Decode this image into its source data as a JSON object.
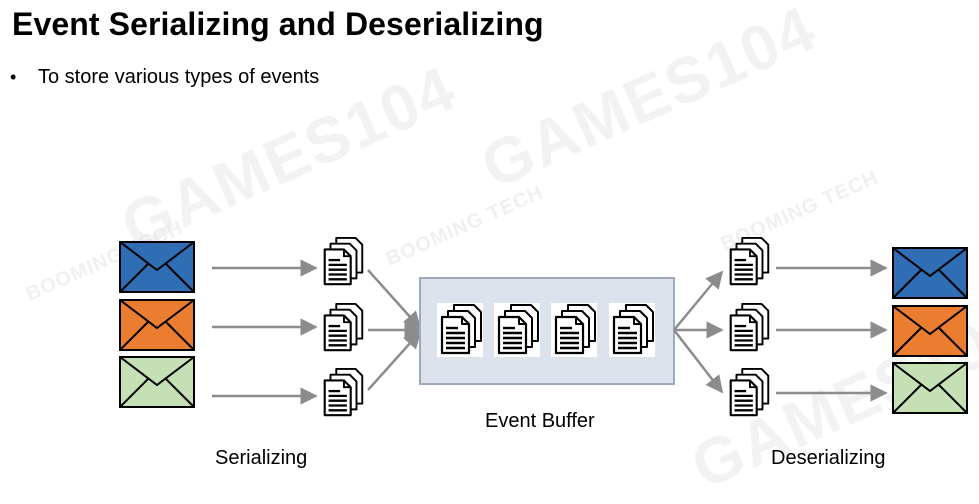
{
  "slide": {
    "title": "Event Serializing and Deserializing",
    "bullets": [
      {
        "text": "To store various types of events",
        "marker": "•"
      }
    ]
  },
  "watermark": {
    "large_text": "GAMES104",
    "small_text": "BOOMING TECH"
  },
  "diagram": {
    "labels": {
      "serializing": "Serializing",
      "event_buffer": "Event Buffer",
      "deserializing": "Deserializing"
    },
    "envelope_colors": [
      "#2f6db5",
      "#ea7d2f",
      "#c5e0b4"
    ],
    "buffer_fill": "#dde3ec",
    "buffer_stroke": "#9eaabb",
    "arrow_color": "#8c8c8c",
    "document_icon": "document-stack-icon",
    "envelope_icon": "envelope-icon",
    "buffer_document_count": 4
  }
}
